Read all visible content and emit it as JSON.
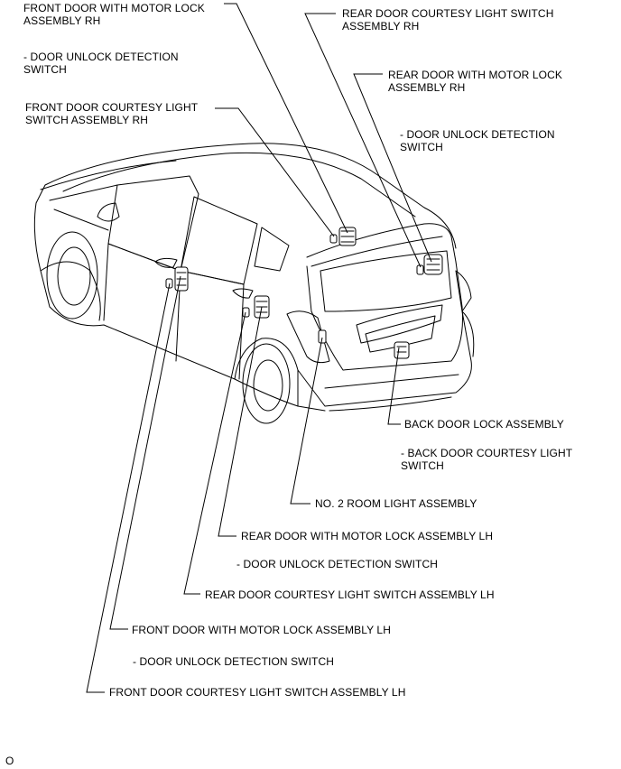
{
  "labels": {
    "front_door_motor_lock_rh": "FRONT DOOR WITH MOTOR LOCK\nASSEMBLY RH",
    "front_door_motor_lock_rh_sub": "- DOOR UNLOCK DETECTION\nSWITCH",
    "front_door_courtesy_rh": "FRONT DOOR COURTESY LIGHT\nSWITCH ASSEMBLY RH",
    "rear_door_courtesy_rh": "REAR DOOR COURTESY LIGHT SWITCH\nASSEMBLY RH",
    "rear_door_motor_lock_rh": "REAR DOOR WITH MOTOR LOCK\nASSEMBLY RH",
    "rear_door_motor_lock_rh_sub": "- DOOR UNLOCK DETECTION\nSWITCH",
    "back_door_lock": "BACK DOOR LOCK ASSEMBLY",
    "back_door_courtesy": "- BACK DOOR COURTESY LIGHT\nSWITCH",
    "no2_room_light": "NO. 2 ROOM LIGHT ASSEMBLY",
    "rear_door_motor_lock_lh": "REAR DOOR WITH MOTOR LOCK ASSEMBLY LH",
    "rear_door_motor_lock_lh_sub": "- DOOR UNLOCK DETECTION SWITCH",
    "rear_door_courtesy_lh": "REAR DOOR COURTESY LIGHT SWITCH ASSEMBLY LH",
    "front_door_motor_lock_lh": "FRONT DOOR WITH MOTOR LOCK ASSEMBLY LH",
    "front_door_motor_lock_lh_sub": "- DOOR UNLOCK DETECTION SWITCH",
    "front_door_courtesy_lh": "FRONT DOOR COURTESY LIGHT SWITCH ASSEMBLY LH"
  },
  "figure_code": "O"
}
